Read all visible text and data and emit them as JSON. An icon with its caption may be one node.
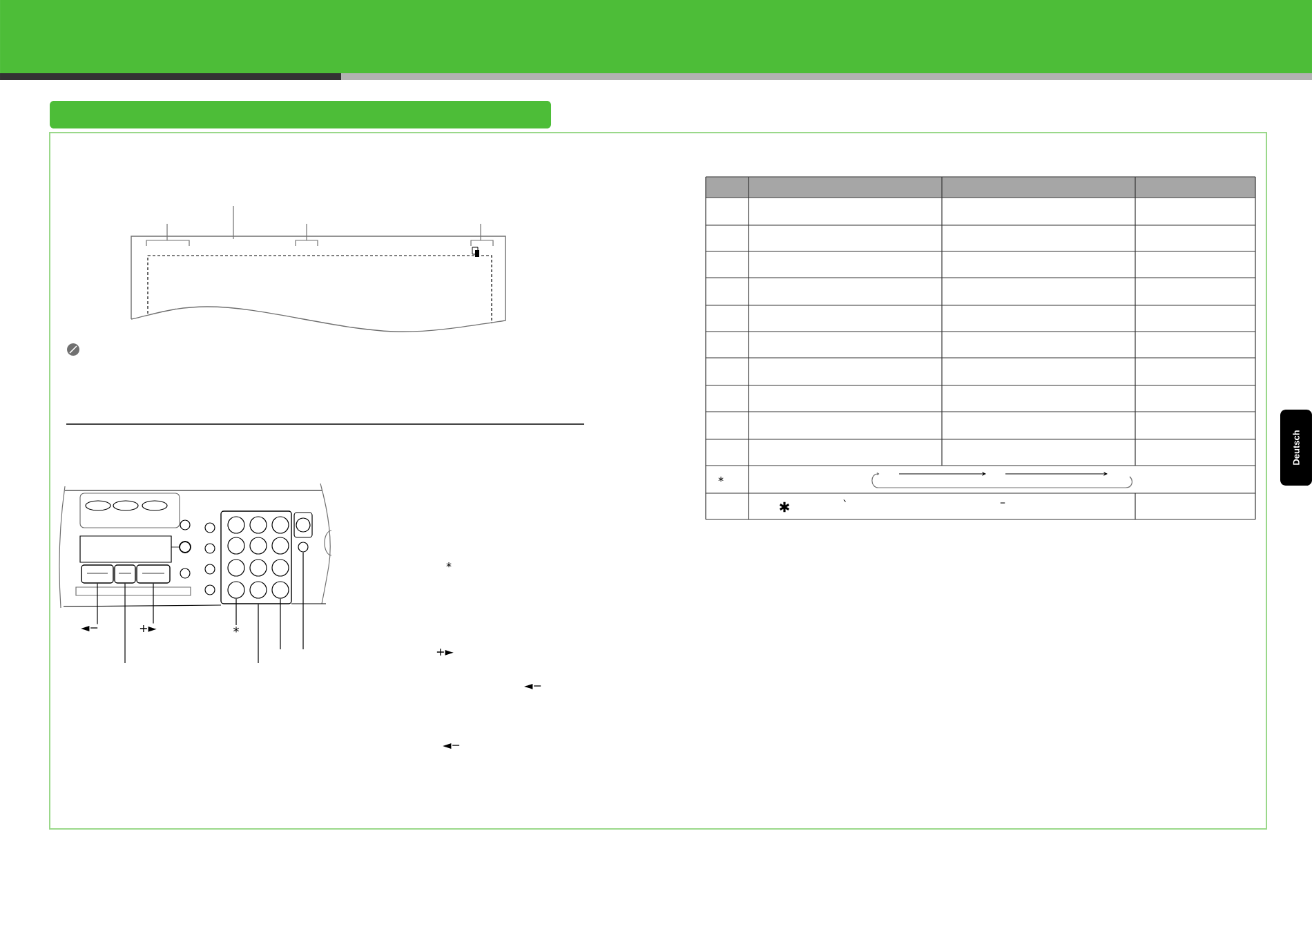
{
  "diagram": {
    "nodes": [
      {
        "text": [],
        "shape": "bar"
      },
      {
        "text": [],
        "shape": "box"
      },
      {
        "text": [],
        "shape": "box"
      },
      {
        "text": [],
        "shape": "box"
      },
      {
        "text": [],
        "shape": "box"
      },
      {
        "text": [],
        "shape": "circle",
        "in": 4
      },
      {
        "text": [],
        "shape": "circle",
        "in": 4
      },
      {
        "text": [],
        "shape": "circle"
      },
      {
        "text": [
          "◄−"
        ]
      },
      {
        "text": [
          "+►"
        ]
      },
      {
        "text": [
          "*"
        ]
      },
      {
        "text": [
          "Deutsch"
        ]
      }
    ],
    "edges": [
      {
        "from": 8,
        "to": 1,
        "arrow": "none"
      },
      {
        "from": 9,
        "to": 3,
        "arrow": "none"
      },
      {
        "from": 10,
        "to": 5,
        "arrow": "none"
      },
      {
        "from": 2,
        "to": null,
        "arrow": "none"
      },
      {
        "from": 4,
        "to": null,
        "arrow": "none"
      },
      {
        "from": 6,
        "to": null,
        "arrow": "none"
      },
      {
        "from": 7,
        "to": null,
        "arrow": "none"
      }
    ],
    "labels": [
      "*",
      "+►",
      "◄−",
      "◄−",
      "*",
      "✱",
      "`",
      "–"
    ]
  }
}
